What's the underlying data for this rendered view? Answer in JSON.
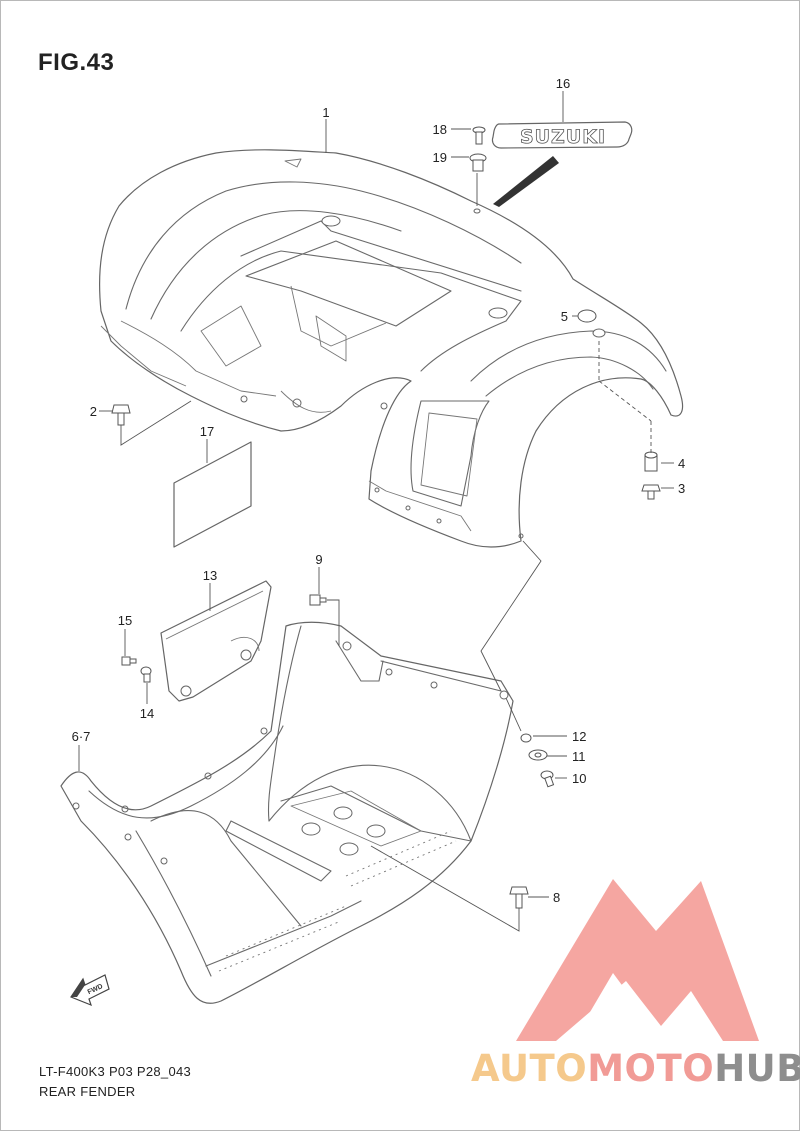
{
  "figure": {
    "title": "FIG.43",
    "code": "LT-F400K3 P03 P28_043",
    "name": "REAR FENDER"
  },
  "callouts": [
    "1",
    "2",
    "3",
    "4",
    "5",
    "6·7",
    "8",
    "9",
    "10",
    "11",
    "12",
    "13",
    "14",
    "15",
    "16",
    "17",
    "18",
    "19"
  ],
  "emblem": {
    "text": "SUZUKI"
  },
  "direction_arrow": {
    "text": "FWD"
  },
  "watermark": {
    "part1": "AUTO",
    "part2": "MOTO",
    "part3": "HUB",
    "colors": {
      "auto": "#f5c98c",
      "moto": "#f19b96",
      "hub": "#8e8e8e",
      "logo": "#f4a19c"
    }
  }
}
